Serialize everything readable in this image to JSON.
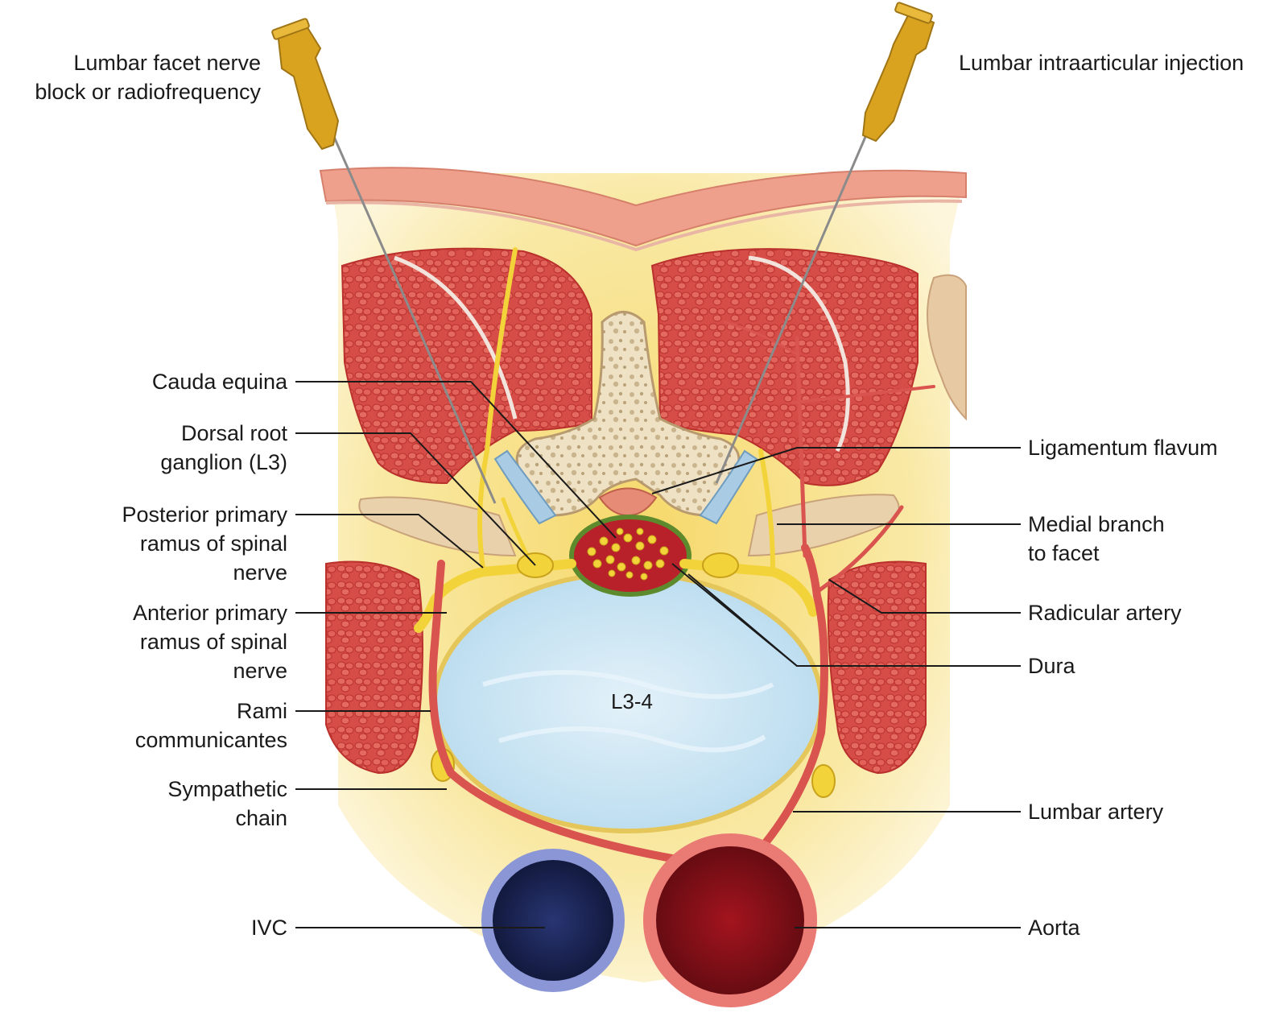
{
  "needles": {
    "left_label": [
      "Lumbar facet nerve",
      "block or radiofrequency"
    ],
    "right_label": "Lumbar intraarticular injection"
  },
  "labels_left": {
    "cauda_equina": "Cauda equina",
    "dorsal_root_ganglion": [
      "Dorsal root",
      "ganglion (L3)"
    ],
    "posterior_ramus": [
      "Posterior primary",
      "ramus of spinal",
      "nerve"
    ],
    "anterior_ramus": [
      "Anterior primary",
      "ramus of spinal",
      "nerve"
    ],
    "rami_communicantes": [
      "Rami",
      "communicantes"
    ],
    "sympathetic_chain": [
      "Sympathetic",
      "chain"
    ],
    "ivc": "IVC"
  },
  "labels_right": {
    "ligamentum_flavum": "Ligamentum flavum",
    "medial_branch": [
      "Medial branch",
      "to facet"
    ],
    "radicular_artery": "Radicular artery",
    "dura": "Dura",
    "lumbar_artery": "Lumbar artery",
    "aorta": "Aorta"
  },
  "disc_label": "L3-4",
  "colors": {
    "skin": "#f2a996",
    "fat": "#f7e08a",
    "muscle": "#d9534f",
    "bone": "#e9d8b4",
    "disc": "#cfe6f3",
    "nerve": "#f3d33a",
    "artery": "#d9534f",
    "ivc": "#1f2a5a",
    "aorta": "#8a0f17",
    "needle_hub": "#d9a320"
  }
}
